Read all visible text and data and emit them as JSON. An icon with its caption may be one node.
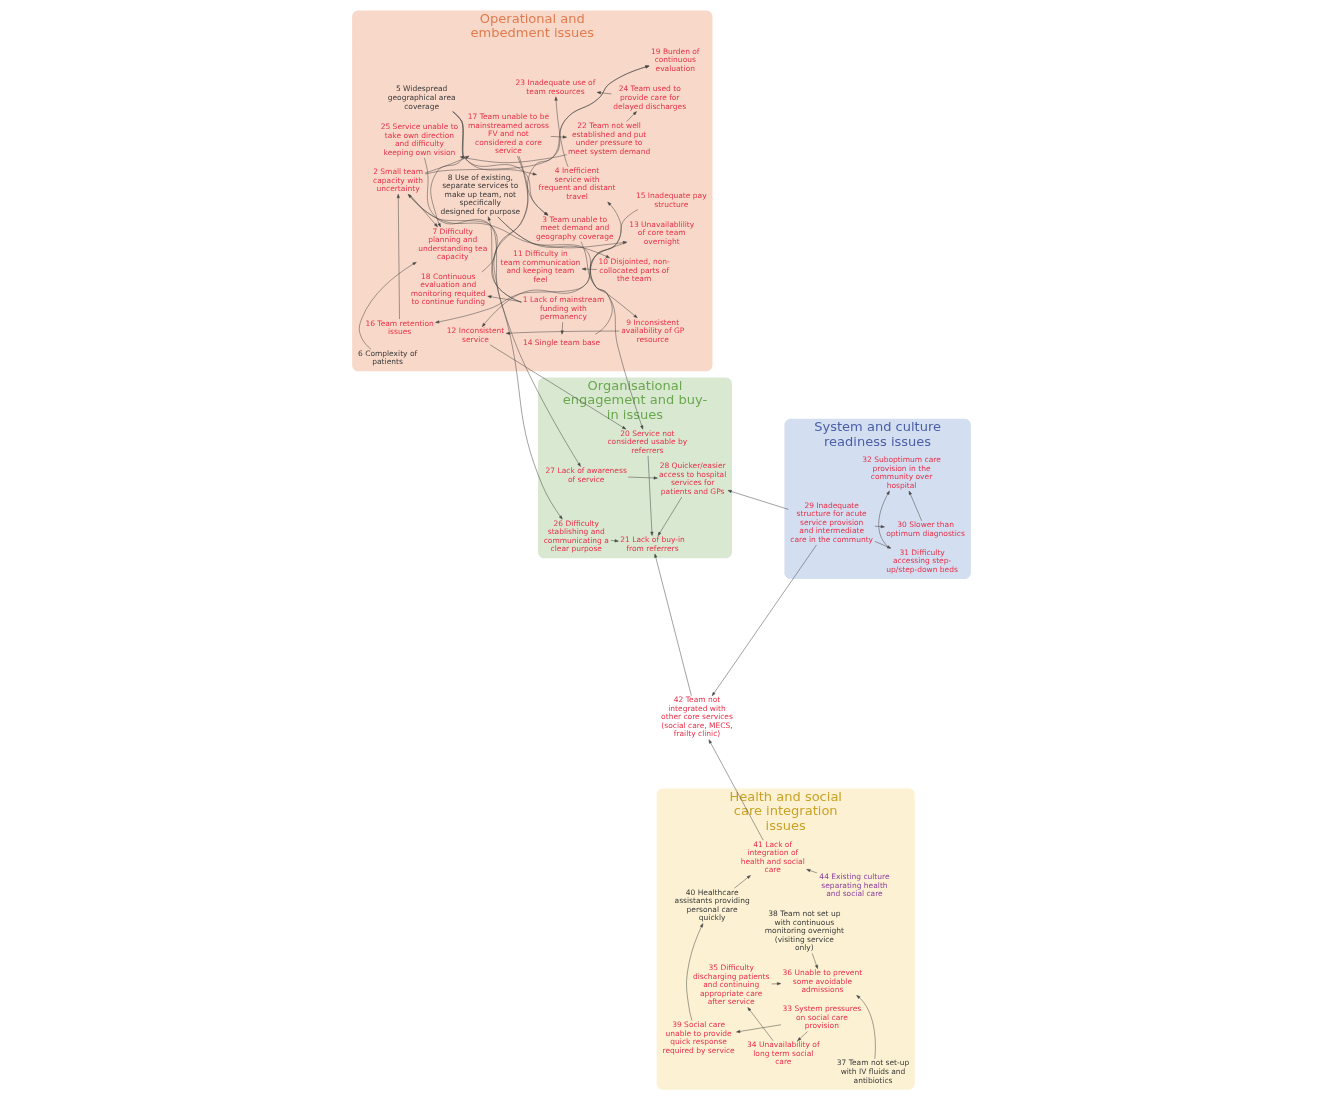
{
  "diagram": {
    "nodes": [
      {
        "text": [
          "Organisational engagement and buy-in issues"
        ]
      },
      {
        "text": [
          "System and culture readiness issues"
        ]
      },
      {
        "text": [
          "Health and social care integration issues"
        ]
      },
      {
        "text": [
          "Operational and embedment issues"
        ]
      },
      {
        "text": [
          "1 Lack of mainstream funding with permanency"
        ],
        "in": 3
      },
      {
        "text": [
          "2 Small team capacity with uncertainty"
        ],
        "in": 3
      },
      {
        "text": [
          "3 Team unable to meet demand and geography coverage"
        ],
        "in": 3
      },
      {
        "text": [
          "4 Inefficient service with frequent and distant travel"
        ],
        "in": 3
      },
      {
        "text": [
          "5 Widespread geographical area coverage"
        ],
        "in": 3
      },
      {
        "text": [
          "6 Complexity of patients"
        ],
        "in": 3
      },
      {
        "text": [
          "7 Difficulty planning and understanding tea capacity"
        ],
        "in": 3
      },
      {
        "text": [
          "8 Use of existing, separate services to make up team, not specifically designed for purpose"
        ],
        "in": 3
      },
      {
        "text": [
          "9 Inconsistent availability of GP resource"
        ],
        "in": 3
      },
      {
        "text": [
          "10 Disjointed, non-collocated parts of the team"
        ],
        "in": 3
      },
      {
        "text": [
          "11 Difficulty in team communication and keeping team feel"
        ],
        "in": 3
      },
      {
        "text": [
          "12 Inconsistent service"
        ],
        "in": 3
      },
      {
        "text": [
          "13 Unavailablility of core team overnight"
        ],
        "in": 3
      },
      {
        "text": [
          "14 Single team base"
        ],
        "in": 3
      },
      {
        "text": [
          "15 Inadequate pay structure"
        ],
        "in": 3
      },
      {
        "text": [
          "16 Team retention issues"
        ],
        "in": 3
      },
      {
        "text": [
          "17 Team unable to be mainstreamed across FV and not considered a core service"
        ],
        "in": 3
      },
      {
        "text": [
          "18 Continuous evaluation and monitoring requited to continue funding"
        ],
        "in": 3
      },
      {
        "text": [
          "19 Burden of continuous evaluation"
        ],
        "in": 3
      },
      {
        "text": [
          "20 Service not considered usable by referrers"
        ],
        "in": 0
      },
      {
        "text": [
          "21 Lack of buy-in from referrers"
        ],
        "in": 0
      },
      {
        "text": [
          "22 Team not well established and put under pressure to meet system demand"
        ],
        "in": 3
      },
      {
        "text": [
          "23 Inadequate use of team resources"
        ],
        "in": 3
      },
      {
        "text": [
          "24 Team used to provide care for delayed discharges"
        ],
        "in": 3
      },
      {
        "text": [
          "25 Service unable to take own direction and difficulty keeping own vision"
        ],
        "in": 3
      },
      {
        "text": [
          "26 Difficulty stablishing and communicating a clear purpose"
        ],
        "in": 0
      },
      {
        "text": [
          "27 Lack of awareness of service"
        ],
        "in": 0
      },
      {
        "text": [
          "28 Quicker/easier access to hospital services for patients and GPs"
        ],
        "in": 0
      },
      {
        "text": [
          "29 Inadequate structure for acute service provision and intermediate care in the communty"
        ],
        "in": 1
      },
      {
        "text": [
          "30 Slower than optimum diagnostics"
        ],
        "in": 1
      },
      {
        "text": [
          "31 Difficulty accessing step-up/step-down beds"
        ],
        "in": 1
      },
      {
        "text": [
          "32 Suboptimum care provision in the community over hospital"
        ],
        "in": 1
      },
      {
        "text": [
          "33 System pressures on social care provision"
        ],
        "in": 2
      },
      {
        "text": [
          "34 Unavailability of long term social care"
        ],
        "in": 2
      },
      {
        "text": [
          "35 Difficulty discharging patients and continuing appropriate care after service"
        ],
        "in": 2
      },
      {
        "text": [
          "36 Unable to prevent some avoidable admissions"
        ],
        "in": 2
      },
      {
        "text": [
          "37 Team not set-up with IV fluids and antibiotics"
        ],
        "in": 2
      },
      {
        "text": [
          "38 Team not set up with continuous monitoring overnight (visiting service only)"
        ],
        "in": 2
      },
      {
        "text": [
          "39 Social care unable to provide quick response required by service"
        ],
        "in": 2
      },
      {
        "text": [
          "40 Healthcare assistants providing personal care quickly"
        ],
        "in": 2
      },
      {
        "text": [
          "41 Lack of integration of health and social care"
        ],
        "in": 2
      },
      {
        "text": [
          "42 Team not integrated with other core services (social care, MECS, frailty clinic)"
        ]
      },
      {
        "text": [
          "44 Existing culture separating health and social care"
        ],
        "in": 2
      }
    ],
    "edges": [
      {
        "from": 23,
        "to": 24,
        "arrow": "to"
      },
      {
        "from": 29,
        "to": 24,
        "arrow": "to"
      },
      {
        "from": 31,
        "to": 24,
        "arrow": "to"
      },
      {
        "from": 45,
        "to": 24,
        "arrow": "to"
      },
      {
        "from": 6,
        "to": 23,
        "arrow": "to"
      },
      {
        "from": 15,
        "to": 23,
        "arrow": "to"
      },
      {
        "from": 28,
        "to": 29,
        "arrow": "to"
      },
      {
        "from": 30,
        "to": 31,
        "arrow": "to"
      },
      {
        "from": 32,
        "to": 31,
        "arrow": "to"
      },
      {
        "from": 32,
        "to": 45,
        "arrow": "to"
      },
      {
        "from": 32,
        "to": 33,
        "arrow": "to"
      },
      {
        "from": 32,
        "to": 34,
        "arrow": "to"
      },
      {
        "from": 33,
        "to": 35,
        "arrow": "to"
      },
      {
        "from": 34,
        "to": 35,
        "arrow": "to"
      },
      {
        "from": 44,
        "to": 45,
        "arrow": "to"
      },
      {
        "from": 27,
        "to": 26,
        "arrow": "to"
      },
      {
        "from": 7,
        "to": 26,
        "arrow": "to"
      },
      {
        "from": 25,
        "to": 27,
        "arrow": "to"
      },
      {
        "from": 25,
        "to": 28,
        "arrow": "to"
      },
      {
        "from": 20,
        "to": 25,
        "arrow": "to"
      },
      {
        "from": 20,
        "to": 6,
        "arrow": "to"
      },
      {
        "from": 20,
        "to": 30,
        "arrow": "to"
      },
      {
        "from": 8,
        "to": 6,
        "arrow": "to"
      },
      {
        "from": 8,
        "to": 7,
        "arrow": "to"
      },
      {
        "from": 8,
        "to": 10,
        "arrow": "to"
      },
      {
        "from": 17,
        "to": 7,
        "arrow": "to"
      },
      {
        "from": 9,
        "to": 10,
        "arrow": "to"
      },
      {
        "from": 5,
        "to": 10,
        "arrow": "to"
      },
      {
        "from": 5,
        "to": 20,
        "arrow": "to"
      },
      {
        "from": 5,
        "to": 16,
        "arrow": "to"
      },
      {
        "from": 16,
        "to": 15,
        "arrow": "to"
      },
      {
        "from": 12,
        "to": 15,
        "arrow": "to"
      },
      {
        "from": 13,
        "to": 14,
        "arrow": "to"
      },
      {
        "from": 19,
        "to": 5,
        "arrow": "to"
      },
      {
        "from": 18,
        "to": 19,
        "arrow": "to"
      },
      {
        "from": 5,
        "to": 22,
        "arrow": "to"
      },
      {
        "from": 4,
        "to": 5,
        "arrow": "to"
      },
      {
        "from": 4,
        "to": 17,
        "arrow": "to"
      },
      {
        "from": 4,
        "to": 11,
        "arrow": "to"
      },
      {
        "from": 4,
        "to": 21,
        "arrow": "to"
      },
      {
        "from": 21,
        "to": 22,
        "arrow": "to"
      },
      {
        "from": 11,
        "to": 12,
        "arrow": "to"
      },
      {
        "from": 11,
        "to": 13,
        "arrow": "to"
      },
      {
        "from": 43,
        "to": 44,
        "arrow": "to"
      },
      {
        "from": 46,
        "to": 44,
        "arrow": "to"
      },
      {
        "from": 42,
        "to": 43,
        "arrow": "to"
      },
      {
        "from": 36,
        "to": 42,
        "arrow": "to"
      },
      {
        "from": 36,
        "to": 37,
        "arrow": "to"
      },
      {
        "from": 37,
        "to": 38,
        "arrow": "to"
      },
      {
        "from": 38,
        "to": 39,
        "arrow": "to"
      },
      {
        "from": 41,
        "to": 39,
        "arrow": "to"
      },
      {
        "from": 40,
        "to": 39,
        "arrow": "to"
      }
    ]
  }
}
